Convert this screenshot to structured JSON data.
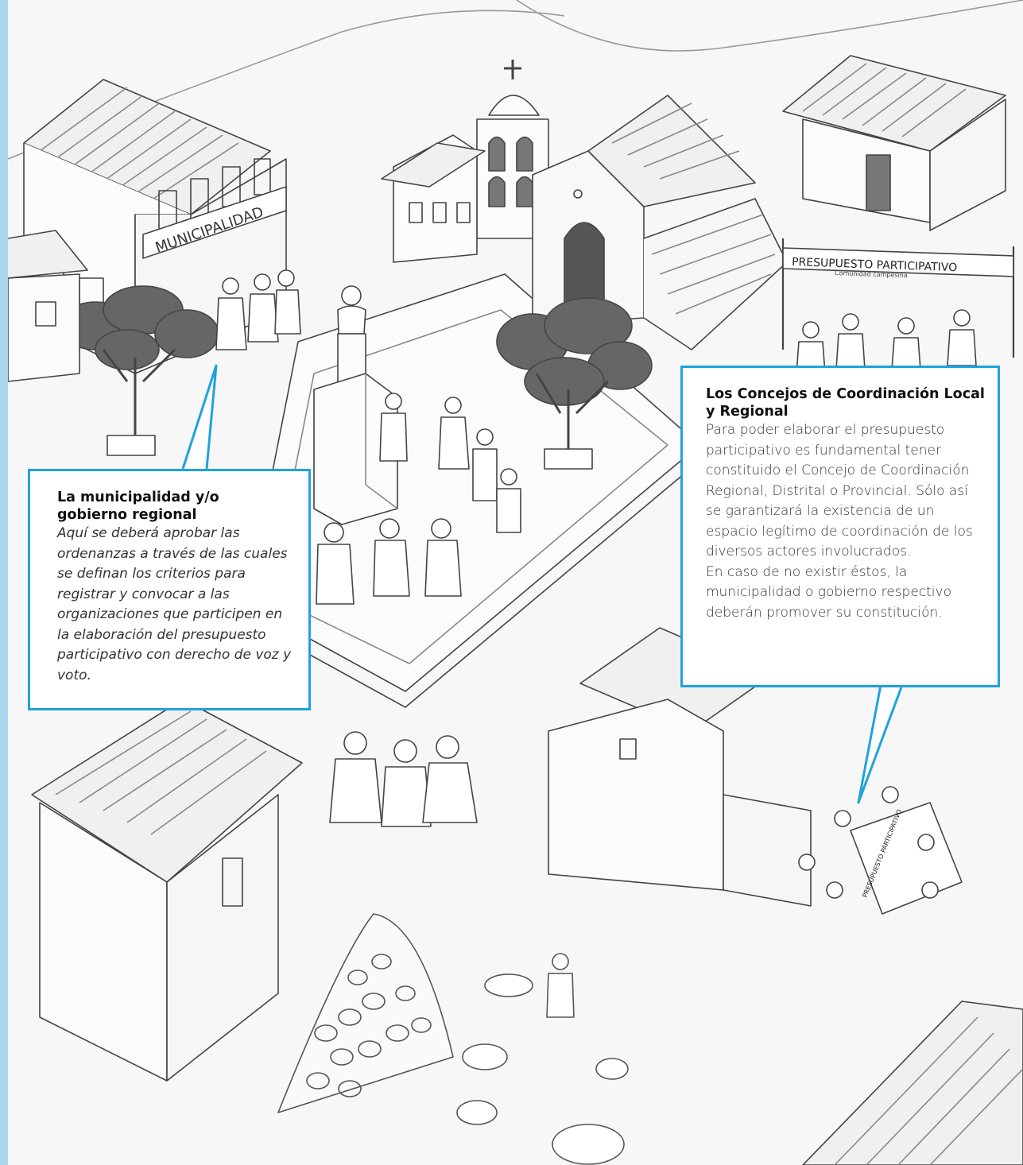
{
  "scene": {
    "municipal_sign": "MUNICIPALIDAD",
    "banner_title": "PRESUPUESTO PARTICIPATIVO",
    "banner_subtitle": "Comunidad campesina",
    "table_sign": "PRESUPUESTO PARTICIPATIVO"
  },
  "callouts": {
    "left": {
      "title": "La municipalidad y/o gobierno regional",
      "body": "Aquí se deberá  aprobar las ordenanzas a través de las cuales se definan los criterios para registrar y convocar a las organizaciones que participen en la elaboración del presupuesto participativo con derecho de voz y voto."
    },
    "right": {
      "title": "Los Concejos de Coordinación Local y Regional",
      "body": "Para poder elaborar el presupuesto participativo es fundamental tener constituido el Concejo de Coordinación Regional, Distrital o Provincial. Sólo así se garantizará la existencia de un espacio legítimo de coordinación de los diversos actores involucrados.",
      "body2": "En caso de no existir éstos, la municipalidad o gobierno respectivo deberán promover su constitución."
    }
  },
  "colors": {
    "callout_border": "#1ea3dd",
    "left_strip": "#a9d5ef"
  }
}
